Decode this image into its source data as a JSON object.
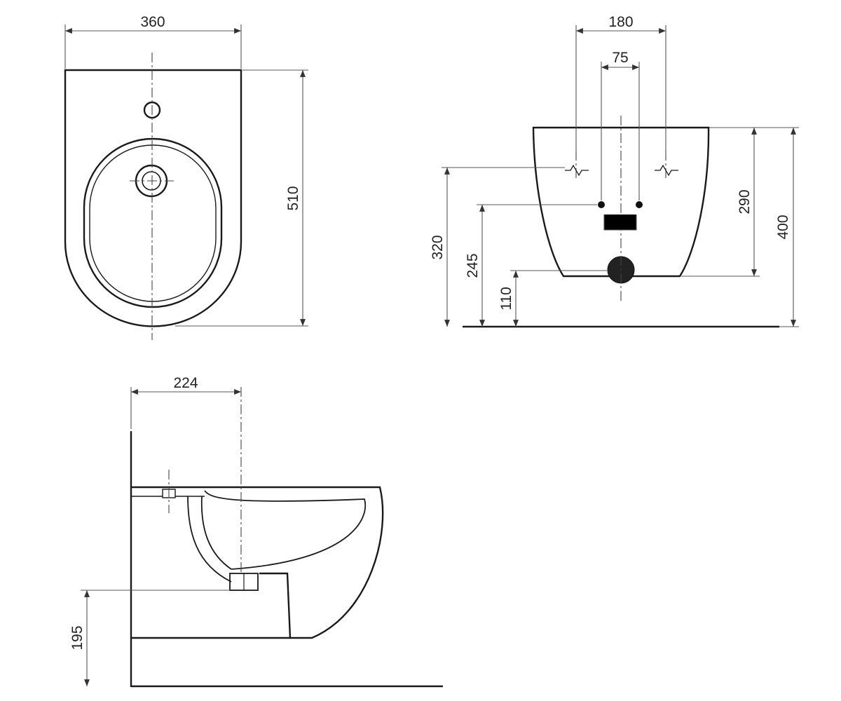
{
  "dimensions": {
    "top_width": "360",
    "top_depth": "510",
    "front_holes_spacing": "180",
    "front_fixing_spacing": "75",
    "front_height_290": "290",
    "front_height_400": "400",
    "front_height_320": "320",
    "front_height_245": "245",
    "front_height_110": "110",
    "side_offset": "224",
    "side_height": "195"
  },
  "colors": {
    "line": "#1a1a1a",
    "fill_dark": "#222222"
  }
}
